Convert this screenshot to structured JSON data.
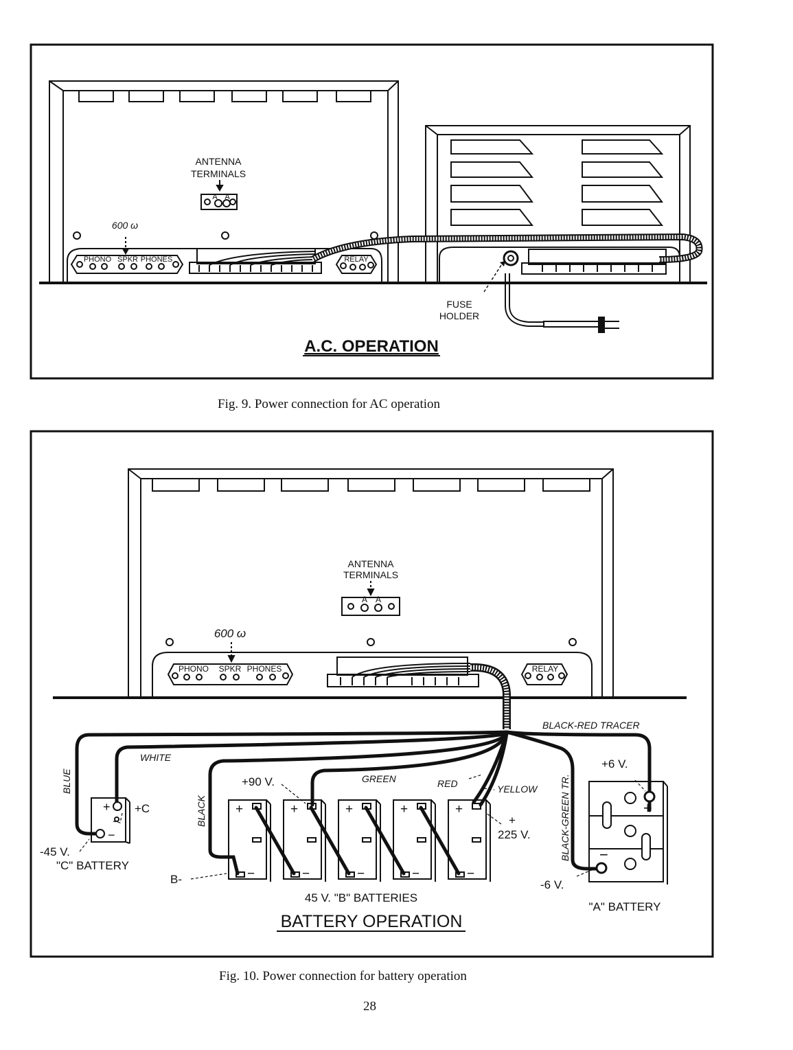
{
  "fig9": {
    "title": "A.C. OPERATION",
    "caption": "Fig. 9.  Power connection for AC operation",
    "antenna_label_1": "ANTENNA",
    "antenna_label_2": "TERMINALS",
    "antenna_a1": "A",
    "antenna_a2": "A",
    "impedance": "600 ω",
    "phono": "PHONO",
    "spkr": "SPKR",
    "phones": "PHONES",
    "relay": "RELAY",
    "fuse_1": "FUSE",
    "fuse_2": "HOLDER"
  },
  "fig10": {
    "title": "BATTERY OPERATION",
    "caption": "Fig. 10.  Power connection for battery operation",
    "antenna_label_1": "ANTENNA",
    "antenna_label_2": "TERMINALS",
    "antenna_a1": "A",
    "antenna_a2": "A",
    "impedance": "600 ω",
    "phono": "PHONO",
    "spkr": "SPKR",
    "phones": "PHONES",
    "relay": "RELAY",
    "wire_blue": "BLUE",
    "wire_white": "WHITE",
    "wire_black": "BLACK",
    "wire_green": "GREEN",
    "wire_red": "RED",
    "wire_yellow": "YELLOW",
    "wire_black_red": "BLACK-RED TRACER",
    "wire_black_green": "BLACK-GREEN TR.",
    "v_plus90": "+90 V.",
    "v_minus45": "-45 V.",
    "v_plusC": "+C",
    "v_plus225_sign": "+",
    "v_plus225": "225 V.",
    "v_plus6": "+6 V.",
    "v_minus6": "-6 V.",
    "b_minus": "B-",
    "c_battery": "\"C\" BATTERY",
    "b_batteries": "45 V.  \"B\"  BATTERIES",
    "a_battery": "\"A\" BATTERY"
  },
  "page_number": "28"
}
